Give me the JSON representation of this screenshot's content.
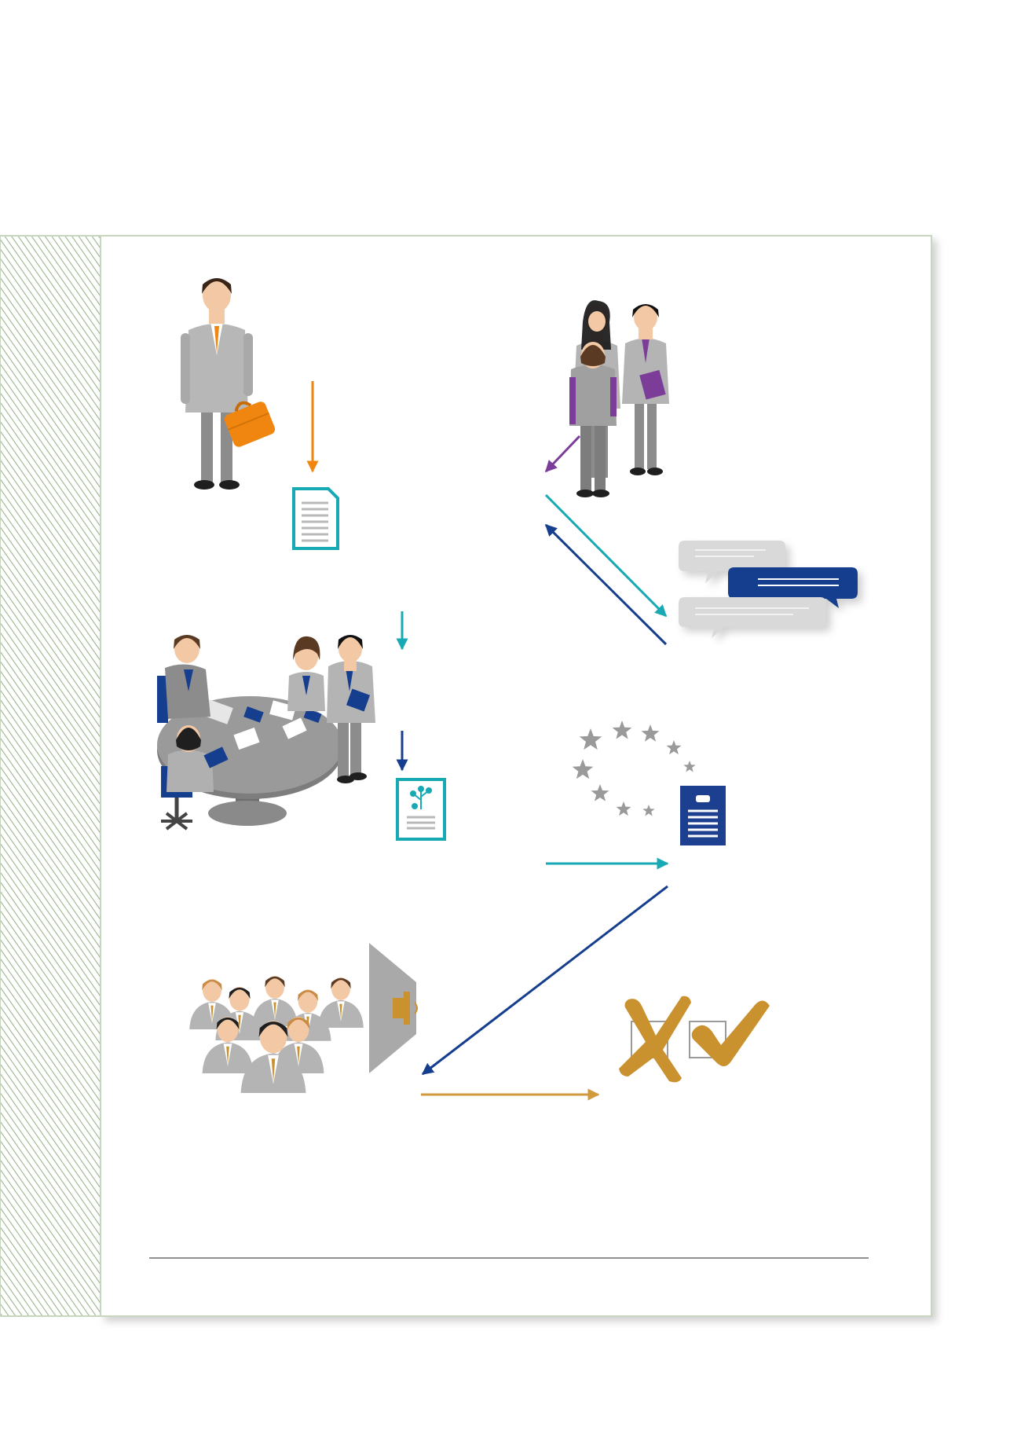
{
  "colors": {
    "frame_border": "#c9d6bf",
    "hatch_line": "#9bb58c",
    "divider": "#6b6b6b",
    "arrow_orange": "#f0860f",
    "arrow_teal": "#17a9b4",
    "arrow_navy": "#163e8e",
    "arrow_purple": "#7c3d98",
    "arrow_gold": "#d19a3c",
    "doc_teal": "#17a9b4",
    "doc_navy": "#1c3f8f",
    "bubble_grey": "#d9d9d9",
    "bubble_navy": "#163e8e",
    "suit_grey": "#a7a7a7",
    "vote_gold": "#c9922f",
    "star_grey": "#9a9a9a"
  },
  "icons": [
    "businessman-briefcase-icon",
    "document-teal-icon",
    "delegation-group-icon",
    "speech-bubbles-icon",
    "round-table-meeting-icon",
    "document-plant-icon",
    "eu-stars-icon",
    "document-navy-icon",
    "audience-megaphone-icon",
    "vote-cross-check-icon"
  ],
  "arrows": [
    "arrow-orange-down",
    "arrow-purple-diagonal",
    "arrow-teal-diagonal",
    "arrow-navy-diagonal",
    "arrow-teal-down-1",
    "arrow-navy-down",
    "arrow-teal-right",
    "arrow-navy-long-diagonal",
    "arrow-gold-right"
  ]
}
